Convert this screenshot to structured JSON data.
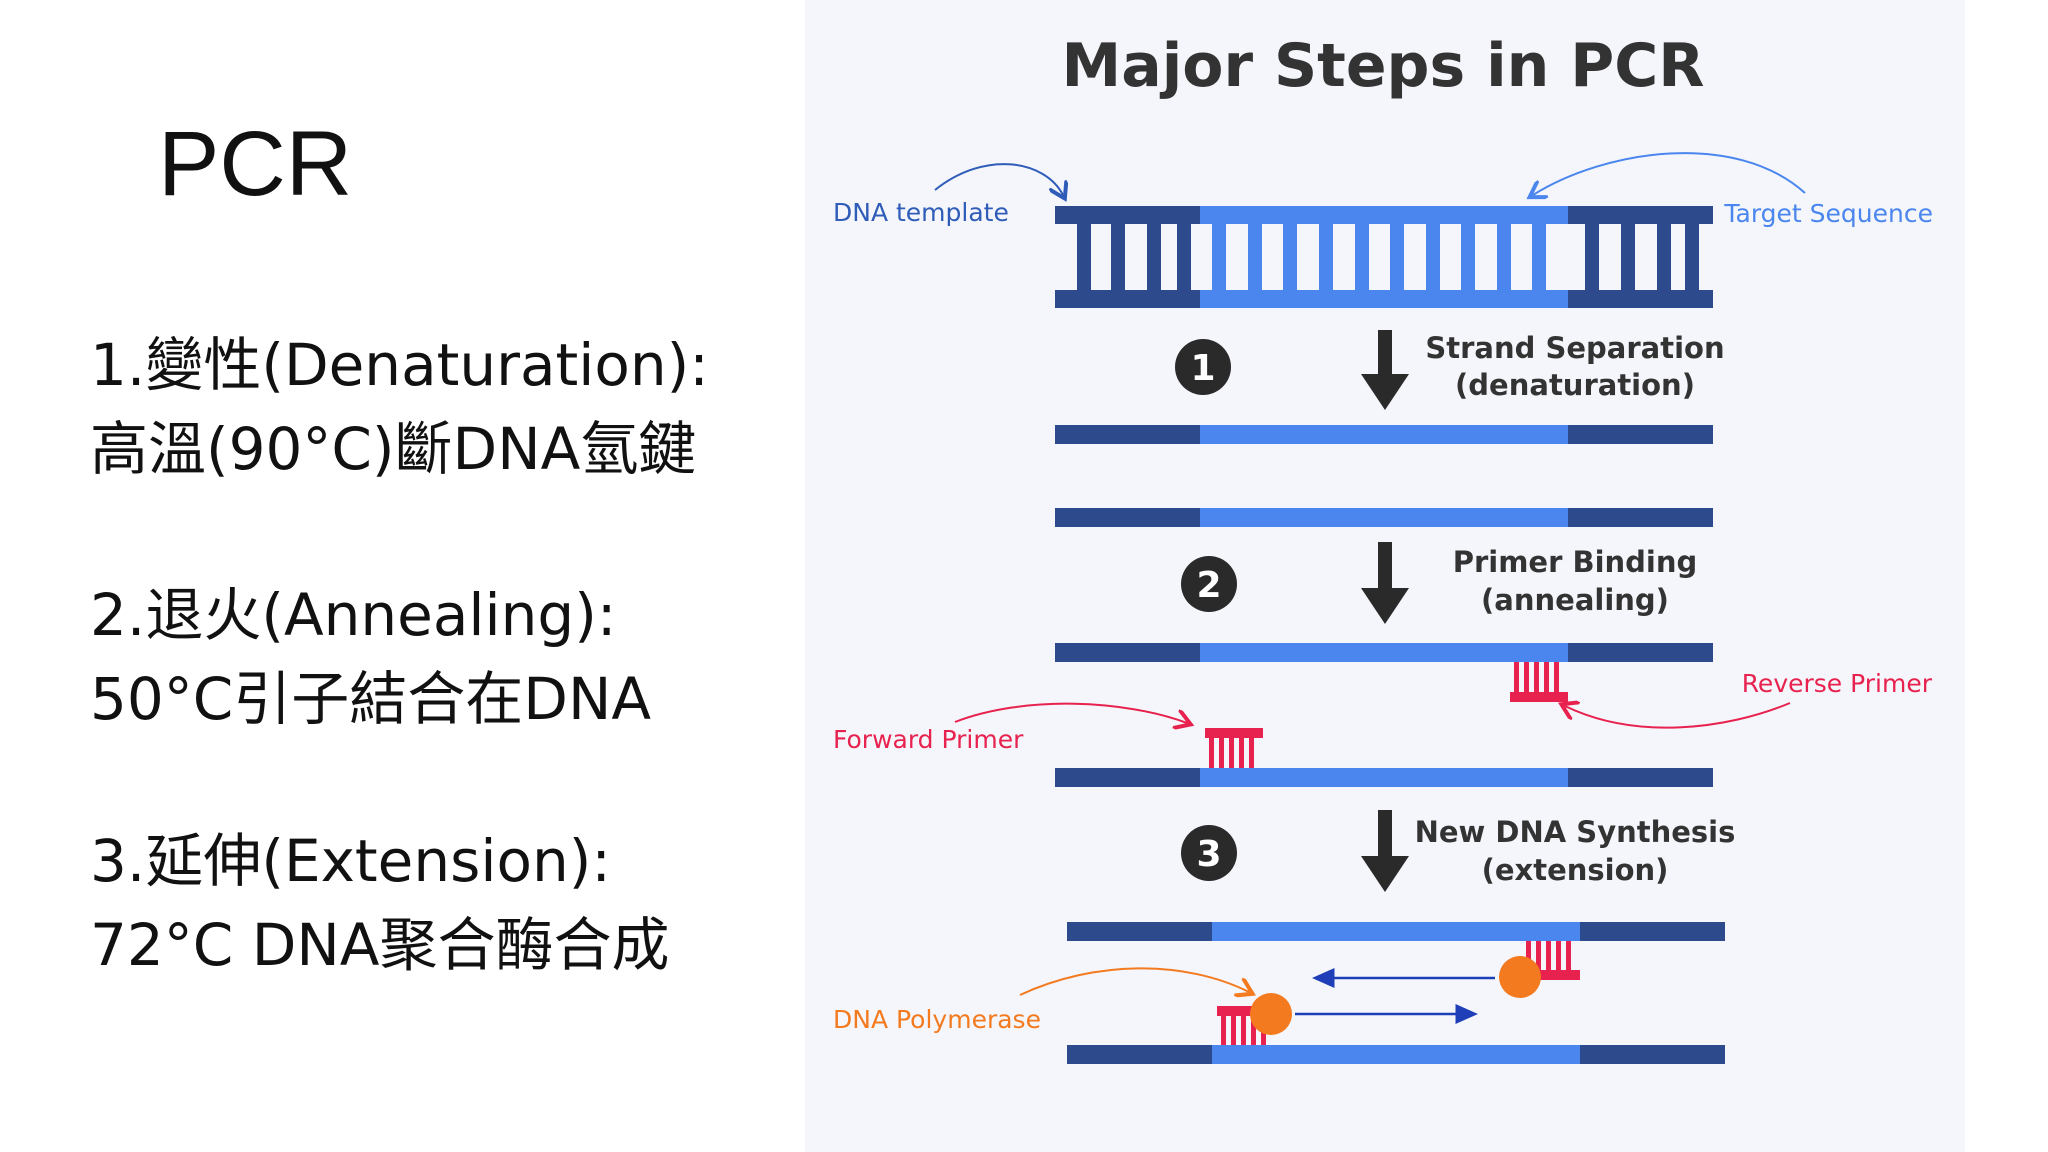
{
  "slide": {
    "title": "PCR",
    "steps": [
      {
        "line1": "1.變性(Denaturation):",
        "line2": "高溫(90°C)斷DNA氫鍵"
      },
      {
        "line1": "2.退火(Annealing):",
        "line2": "50°C引子結合在DNA"
      },
      {
        "line1": "3.延伸(Extension):",
        "line2": "72°C DNA聚合酶合成"
      }
    ]
  },
  "diagram": {
    "title": "Major Steps in PCR",
    "labels": {
      "dna_template": "DNA template",
      "target_sequence": "Target Sequence",
      "forward_primer": "Forward Primer",
      "reverse_primer": "Reverse Primer",
      "dna_polymerase": "DNA Polymerase"
    },
    "steps": [
      {
        "number": "1",
        "name": "Strand Separation",
        "sub": "(denaturation)"
      },
      {
        "number": "2",
        "name": "Primer Binding",
        "sub": "(annealing)"
      },
      {
        "number": "3",
        "name": "New DNA Synthesis",
        "sub": "(extension)"
      }
    ],
    "colors": {
      "dark_blue": "#2c4a8c",
      "light_blue": "#4a86ee",
      "primer_red": "#e8224f",
      "polymerase_orange": "#f47a1f",
      "template_label": "#2f5cb8",
      "target_label": "#4a86ee",
      "forward_label": "#e8224f",
      "reverse_label": "#e8224f",
      "polymerase_label": "#f47a1f",
      "title": "#333333",
      "arrow": "#2a2a2a",
      "line_arrow": "#1f3fb8"
    }
  }
}
